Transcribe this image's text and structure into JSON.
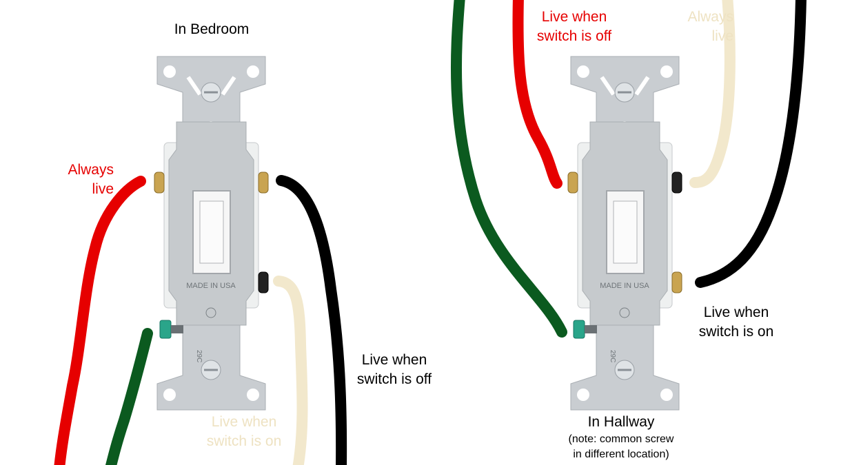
{
  "colors": {
    "red": "#e60000",
    "green": "#0b5a1f",
    "cream": "#f2e8cc",
    "black": "#000000"
  },
  "bedroom": {
    "title": "In Bedroom",
    "labels": {
      "red": [
        "Always",
        "live"
      ],
      "black": [
        "Live when",
        "switch is off"
      ],
      "cream": [
        "Live when",
        "switch is on"
      ]
    }
  },
  "hallway": {
    "title": "In Hallway",
    "note": [
      "(note: common screw",
      "in different location)"
    ],
    "labels": {
      "red": [
        "Live when",
        "switch is off"
      ],
      "cream": [
        "Always",
        "live"
      ],
      "black": [
        "Live when",
        "switch is on"
      ]
    }
  },
  "switch_text": {
    "made_in": "MADE IN USA",
    "code": "29C"
  }
}
